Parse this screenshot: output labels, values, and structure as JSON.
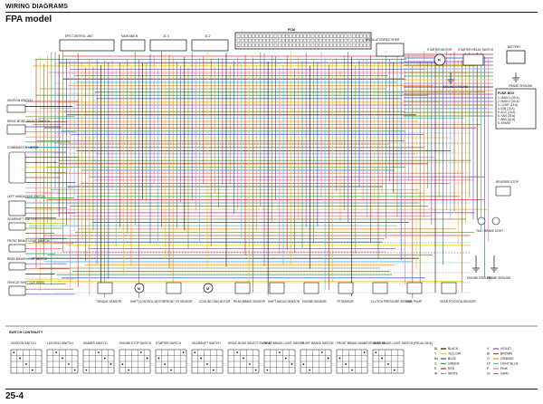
{
  "header": {
    "section": "WIRING DIAGRAMS",
    "model": "FPA model"
  },
  "footer": {
    "page_number": "25-4"
  },
  "components": {
    "top": [
      {
        "key": "eps",
        "label": "EPS CONTROL UNIT"
      },
      {
        "key": "main",
        "label": "MAIN ABS B"
      },
      {
        "key": "jc3",
        "label": "JC 3"
      },
      {
        "key": "jc2",
        "label": "JC 2"
      },
      {
        "key": "pcm",
        "label": "PCM"
      },
      {
        "key": "reg",
        "label": "REGULATOR/RECTIFIER"
      },
      {
        "key": "starter",
        "label": "STARTER MOTOR"
      },
      {
        "key": "relay",
        "label": "STARTER RELAY SWITCH"
      },
      {
        "key": "engine_gnd",
        "label": "ENGINE GROUND"
      },
      {
        "key": "battery",
        "label": "BATTERY"
      },
      {
        "key": "frame_gnd",
        "label": "FRAME GROUND"
      }
    ],
    "left": [
      {
        "key": "ignition",
        "label": "IGNITION SWITCH"
      },
      {
        "key": "drive_mode",
        "label": "DRIVE MODE SELECT SWITCH"
      },
      {
        "key": "combination",
        "label": "COMBINATION METER"
      },
      {
        "key": "left_handlebar",
        "label": "LEFT HANDLEBAR SWITCH"
      },
      {
        "key": "gearshift",
        "label": "GEARSHIFT SWITCH"
      },
      {
        "key": "front_brake_light",
        "label": "FRONT BRAKE LIGHT SWITCH"
      },
      {
        "key": "rear_brake_light",
        "label": "REAR BRAKE LIGHT SWITCH"
      },
      {
        "key": "vehicle_shift",
        "label": "VEHICLE SHIFT (12V 80VA)"
      }
    ],
    "right": [
      {
        "key": "reverse",
        "label": "REVERSE STOP"
      },
      {
        "key": "tail",
        "label": "TAIL / BRAKE LIGHT"
      },
      {
        "key": "engine_ground_r",
        "label": "ENGINE GROUND"
      },
      {
        "key": "frame_ground_r",
        "label": "FRAME GROUND"
      }
    ],
    "bottom": [
      {
        "key": "torque",
        "label": "TORQUE SENSOR"
      },
      {
        "key": "shift_ctrl",
        "label": "SHIFT CONTROL MOTOR"
      },
      {
        "key": "front_vs",
        "label": "FRONT VS SENSOR"
      },
      {
        "key": "cooling",
        "label": "COOLING FAN MOTOR"
      },
      {
        "key": "rear_brake_vs",
        "label": "REAR BRAKE SENSOR"
      },
      {
        "key": "shift_angle",
        "label": "SHIFT ANGLE SENSOR"
      },
      {
        "key": "engine_sensor",
        "label": "ENGINE SENSOR"
      },
      {
        "key": "tp",
        "label": "TP SENSOR"
      },
      {
        "key": "clutch",
        "label": "CLUTCH PRESSURE SENSOR"
      },
      {
        "key": "fuel_pump",
        "label": "FUEL PUMP"
      },
      {
        "key": "gear_position",
        "label": "GEAR POSITION SENSOR"
      }
    ]
  },
  "fuse_box": {
    "title": "FUSE BOX",
    "items": [
      "1. MAIN 1 (30 A)",
      "2. MAIN 2 (30 A)",
      "3. LIGHT (15 A)",
      "4. IGN (10 A)",
      "5. ACC (10 A)",
      "6. FAN (15 A)",
      "7. ABS (10 A)",
      "8. SPARE"
    ]
  },
  "switch_continuity": {
    "title": "SWITCH CONTINUITY",
    "tables": [
      "IGNITION SWITCH",
      "LIGHTING SWITCH",
      "DIMMER SWITCH",
      "ENGINE STOP SWITCH",
      "STARTER SWITCH",
      "GEARSHIFT SWITCH",
      "DRIVE MODE SELECT SWITCH",
      "REAR BRAKE LIGHT SWITCH",
      "FT-SHF BRAKE SWITCH",
      "FRONT BRAKE INHIBITOR SWITCH",
      "REAR BRAKE LIGHT SWITCH (PEDAL SIDE)"
    ]
  },
  "color_legend": [
    {
      "code": "Bl",
      "name": "BLACK",
      "color": "#111111"
    },
    {
      "code": "Y",
      "name": "YELLOW",
      "color": "#e6c200"
    },
    {
      "code": "Bu",
      "name": "BLUE",
      "color": "#1f4fd1"
    },
    {
      "code": "G",
      "name": "GREEN",
      "color": "#2e9a2e"
    },
    {
      "code": "R",
      "name": "RED",
      "color": "#d42020"
    },
    {
      "code": "W",
      "name": "WHITE",
      "color": "#999999"
    },
    {
      "code": "V",
      "name": "VIOLET",
      "color": "#8a3fc2"
    },
    {
      "code": "Br",
      "name": "BROWN",
      "color": "#8a5a2b"
    },
    {
      "code": "O",
      "name": "ORANGE",
      "color": "#f08a1c"
    },
    {
      "code": "Lb",
      "name": "LIGHT BLUE",
      "color": "#4fb6e8"
    },
    {
      "code": "P",
      "name": "PINK",
      "color": "#f06aa6"
    },
    {
      "code": "Gr",
      "name": "GRAY",
      "color": "#8a8a8a"
    }
  ],
  "wire_colors": [
    "#d42020",
    "#2e9a2e",
    "#1f4fd1",
    "#e6c200",
    "#8a3fc2",
    "#f06aa6",
    "#8a5a2b",
    "#111111",
    "#4fb6e8",
    "#f08a1c",
    "#6b8e23"
  ]
}
